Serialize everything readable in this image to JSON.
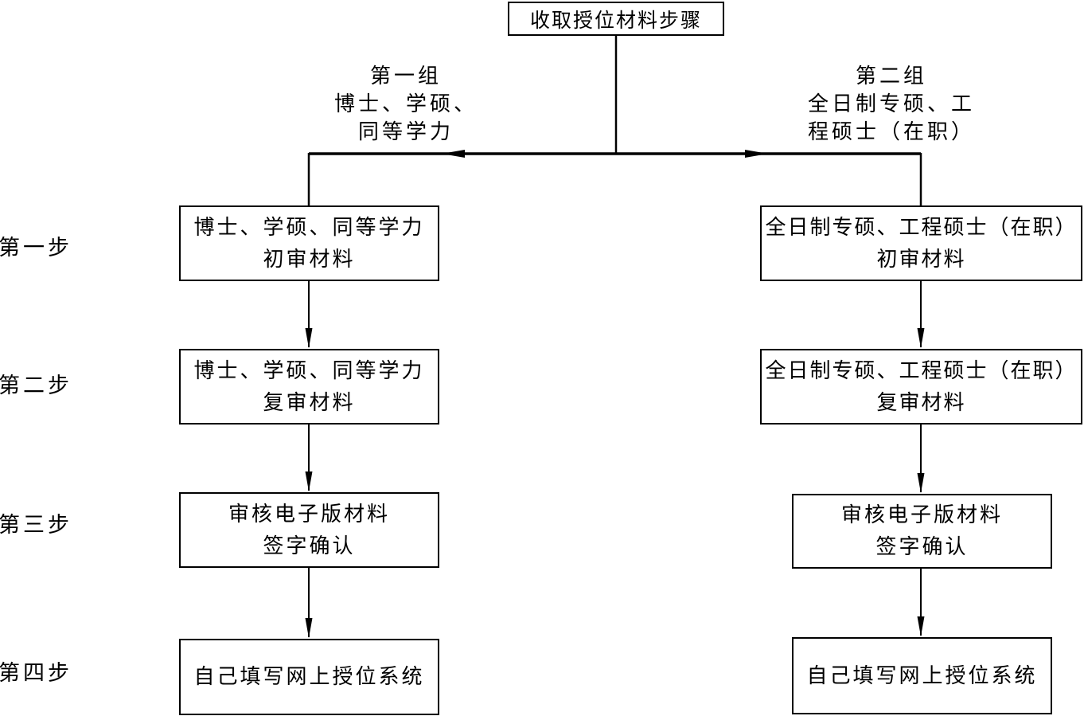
{
  "title": "收取授位材料步骤",
  "groups": [
    {
      "label": "第一组\n博士、学硕、\n同等学力"
    },
    {
      "label": "第二组\n全日制专硕、工\n程硕士（在职）"
    }
  ],
  "step_labels": [
    "第一步",
    "第二步",
    "第三步",
    "第四步"
  ],
  "left_column": {
    "steps": [
      "博士、学硕、同等学力\n初审材料",
      "博士、学硕、同等学力\n复审材料",
      "审核电子版材料\n签字确认",
      "自己填写网上授位系统"
    ]
  },
  "right_column": {
    "steps": [
      "全日制专硕、工程硕士（在职）\n初审材料",
      "全日制专硕、工程硕士（在职）\n复审材料",
      "审核电子版材料\n签字确认",
      "自己填写网上授位系统"
    ]
  },
  "colors": {
    "line": "#000000",
    "background": "#ffffff",
    "box_border": "#000000"
  }
}
